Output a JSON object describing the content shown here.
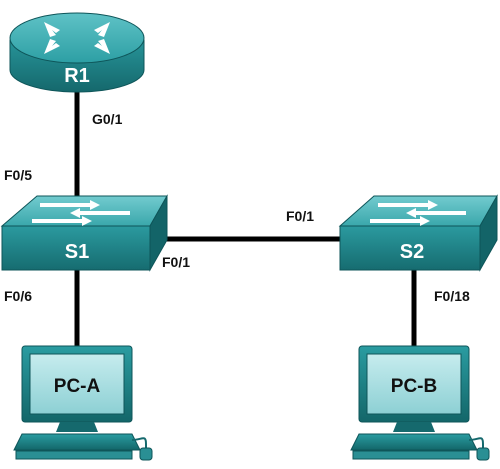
{
  "devices": {
    "r1": {
      "label": "R1"
    },
    "s1": {
      "label": "S1"
    },
    "s2": {
      "label": "S2"
    },
    "pca": {
      "label": "PC-A"
    },
    "pcb": {
      "label": "PC-B"
    }
  },
  "ports": {
    "r1_g0_1": "G0/1",
    "s1_f0_5": "F0/5",
    "s1_f0_1": "F0/1",
    "s1_f0_6": "F0/6",
    "s2_f0_1": "F0/1",
    "s2_f0_18": "F0/18"
  },
  "links": [
    {
      "from": "R1",
      "to": "S1"
    },
    {
      "from": "S1",
      "to": "S2"
    },
    {
      "from": "S1",
      "to": "PC-A"
    },
    {
      "from": "S2",
      "to": "PC-B"
    }
  ],
  "colors": {
    "device_teal": "#1f8e92",
    "device_dark": "#0f5e63",
    "device_light": "#a6dde0",
    "link": "#000000",
    "port_text": "#111111"
  }
}
